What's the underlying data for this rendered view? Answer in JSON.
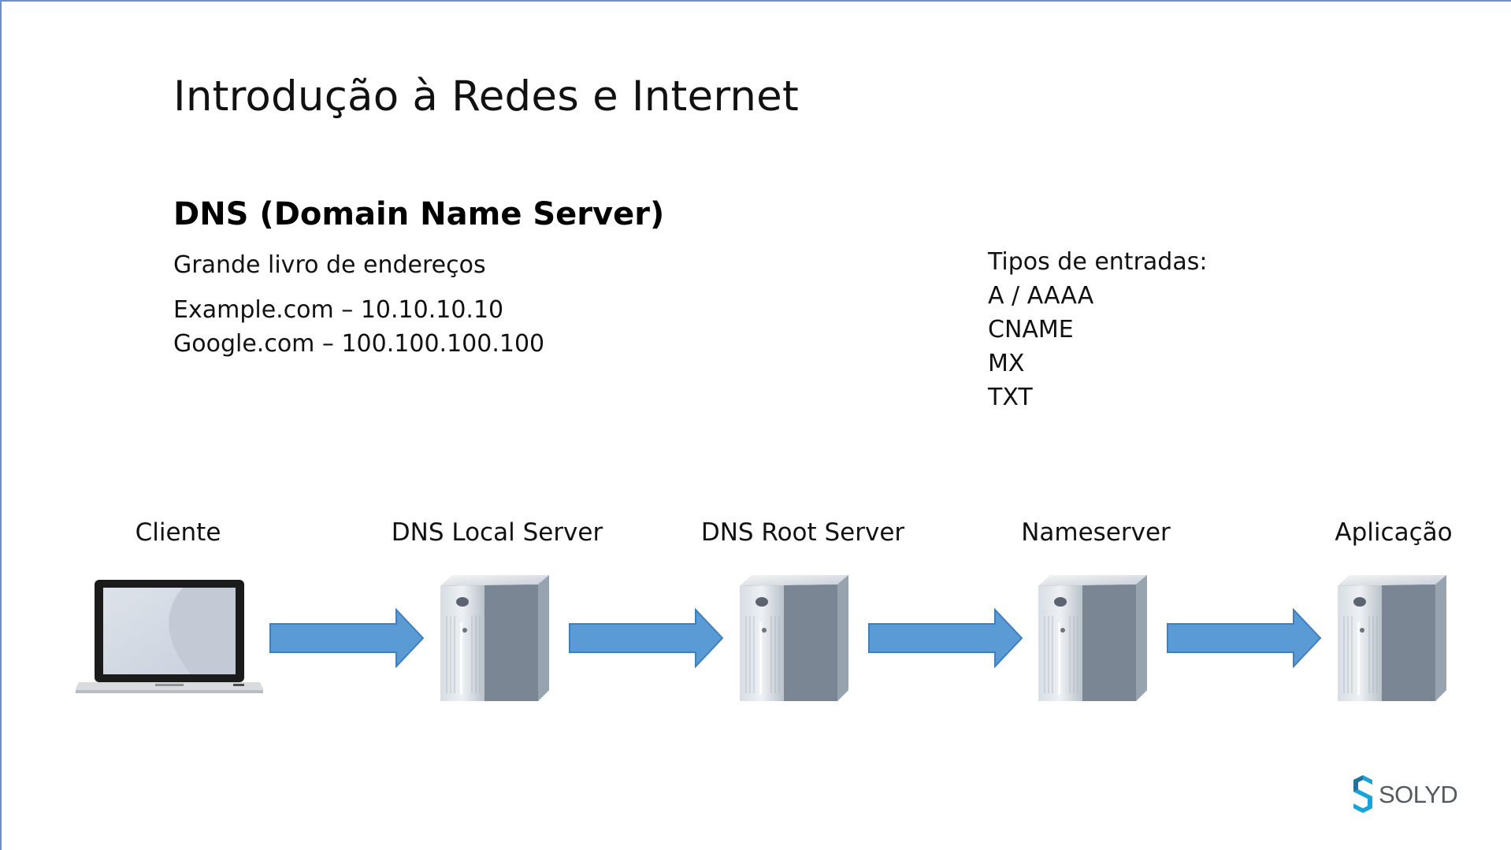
{
  "slide": {
    "title": "Introdução à Redes e Internet",
    "subtitle": "DNS (Domain Name Server)",
    "description": "Grande livro de endereços",
    "records": [
      "Example.com – 10.10.10.10",
      "Google.com – 100.100.100.100"
    ],
    "types": {
      "heading": "Tipos de entradas:",
      "items": [
        "A / AAAA",
        "CNAME",
        "MX",
        "TXT"
      ]
    }
  },
  "diagram": {
    "nodes": [
      {
        "label": "Cliente",
        "icon": "laptop-icon"
      },
      {
        "label": "DNS Local Server",
        "icon": "server-icon"
      },
      {
        "label": "DNS Root Server",
        "icon": "server-icon"
      },
      {
        "label": "Nameserver",
        "icon": "server-icon"
      },
      {
        "label": "Aplicação",
        "icon": "server-icon"
      }
    ],
    "arrow_color": "#5b9bd5"
  },
  "brand": {
    "name": "SOLYD",
    "accent": "#1aa3d9"
  }
}
